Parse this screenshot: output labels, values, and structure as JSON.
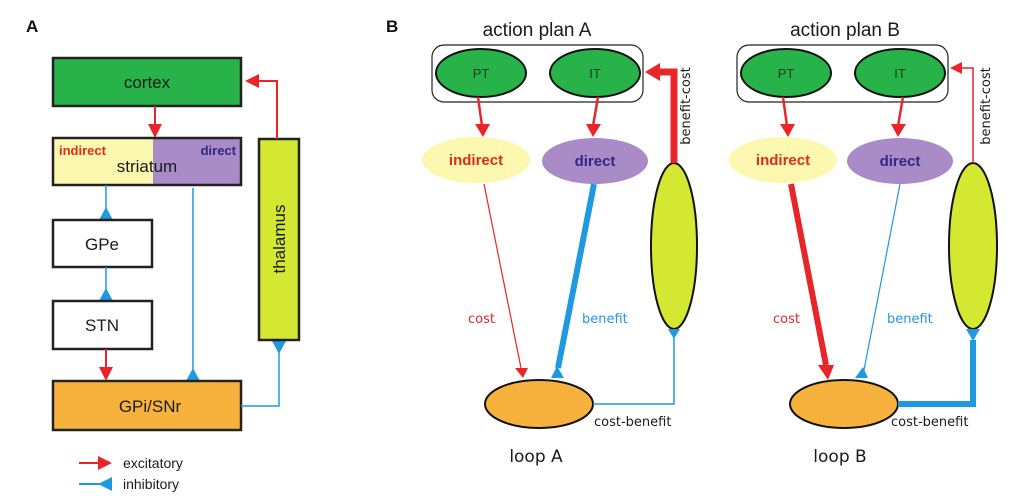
{
  "colors": {
    "excitatory": "#e8262a",
    "inhibitory": "#1f9ae0",
    "cortex": "#27b24a",
    "striatum_indirect": "#fdf8b0",
    "striatum_direct": "#a98bc7",
    "thalamus": "#d4e832",
    "gpi": "#f7b23d",
    "indirect_label": "#e32a22",
    "direct_label": "#2e2a82"
  },
  "panel_a": {
    "label": "A",
    "cortex": "cortex",
    "striatum": "striatum",
    "striatum_indirect": "indirect",
    "striatum_direct": "direct",
    "gpe": "GPe",
    "stn": "STN",
    "gpi": "GPi/SNr",
    "thalamus": "thalamus",
    "legend": {
      "excitatory": "excitatory",
      "inhibitory": "inhibitory"
    }
  },
  "panel_b": {
    "label": "B",
    "loops": [
      {
        "title": "action plan A",
        "pt": "PT",
        "it": "IT",
        "indirect": "indirect",
        "direct": "direct",
        "cost": "cost",
        "benefit": "benefit",
        "cost_benefit": "cost-benefit",
        "benefit_cost": "benefit-cost",
        "loop_label": "loop A",
        "weights": {
          "cost": "weak",
          "benefit": "strong",
          "cost_benefit": "weak",
          "benefit_cost": "strong"
        }
      },
      {
        "title": "action plan B",
        "pt": "PT",
        "it": "IT",
        "indirect": "indirect",
        "direct": "direct",
        "cost": "cost",
        "benefit": "benefit",
        "cost_benefit": "cost-benefit",
        "benefit_cost": "benefit-cost",
        "loop_label": "loop B",
        "weights": {
          "cost": "strong",
          "benefit": "weak",
          "cost_benefit": "strong",
          "benefit_cost": "weak"
        }
      }
    ]
  }
}
